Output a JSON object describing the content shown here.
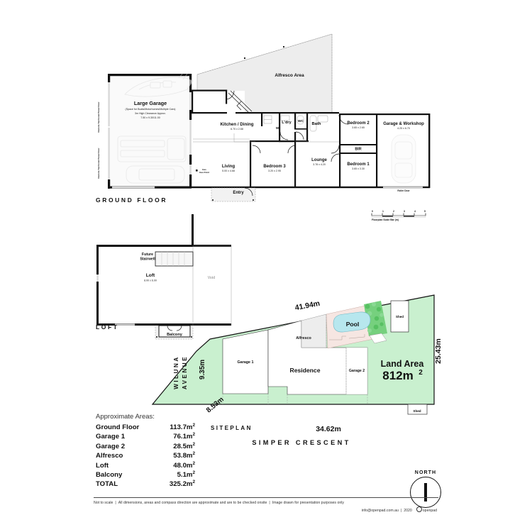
{
  "ground_floor": {
    "label": "GROUND FLOOR",
    "rooms": [
      {
        "name": "Large Garage",
        "sub1": "(Space for Boats/Motorhomes/Multiple Cars)",
        "sub2": "3m High Clearance Approx.",
        "dim": "7.50 x 9.30/11.00"
      },
      {
        "name": "Alfresco Area",
        "dim": ""
      },
      {
        "name": "Kitchen / Dining",
        "dim": "6.70 x 2.68"
      },
      {
        "name": "Living",
        "dim": "5.00 x 4.68"
      },
      {
        "name": "L'dry",
        "dim": ""
      },
      {
        "name": "WC",
        "dim": ""
      },
      {
        "name": "Bath",
        "dim": ""
      },
      {
        "name": "W",
        "dim": ""
      },
      {
        "name": "Bedroom 3",
        "dim": "3.20 x 2.95"
      },
      {
        "name": "Lounge",
        "dim": "3.78 x 4.20"
      },
      {
        "name": "Bedroom 2",
        "dim": "3.65 x 2.65"
      },
      {
        "name": "Bedroom 1",
        "dim": "3.65 x 3.30"
      },
      {
        "name": "BIR",
        "dim": ""
      },
      {
        "name": "Garage & Workshop",
        "dim": "4.25 x 6.70"
      },
      {
        "name": "Entry",
        "dim": ""
      }
    ],
    "annotations": {
      "panel_door_top": "Remote Sectional Panel Door",
      "panel_door_bottom": "Remote Sectional Panel Door",
      "gas_point": "Gas Point",
      "roller_door": "Roller Door"
    },
    "scalebar": {
      "caption": "Floorplan Scale Bar (m)",
      "ticks": [
        "0",
        "1",
        "2",
        "3",
        "4",
        "5"
      ]
    }
  },
  "loft": {
    "label": "LOFT",
    "rooms": [
      {
        "name": "Loft",
        "dim": "8.00 x 6.00"
      },
      {
        "name": "Future Stairwell",
        "dim": ""
      },
      {
        "name": "Void",
        "dim": ""
      },
      {
        "name": "Balcony",
        "dim": ""
      }
    ],
    "future_stairwell_l1": "Future",
    "future_stairwell_l2": "Stairwell",
    "void": "Void",
    "balcony": "Balcony"
  },
  "siteplan": {
    "label": "SITEPLAN",
    "street_bottom": "SIMPER CRESCENT",
    "street_left_l1": "WILUNA",
    "street_left_l2": "AVENUE",
    "dimensions": {
      "top": "41.94m",
      "right": "25.43m",
      "bottom": "34.62m",
      "left_upper": "9.35m",
      "left_lower": "8.53m"
    },
    "land_area_label": "Land Area",
    "land_area_value": "812m",
    "land_area_unit": "2",
    "features": [
      {
        "name": "Garage 1"
      },
      {
        "name": "Residence"
      },
      {
        "name": "Garage 2"
      },
      {
        "name": "Alfresco"
      },
      {
        "name": "Pool"
      },
      {
        "name": "Shed"
      },
      {
        "name": "Shed"
      }
    ],
    "pool_label": "Pool",
    "shed_label_top": "Shed",
    "shed_label_bottom": "Shed",
    "garage1_label": "Garage 1",
    "garage2_label": "Garage 2",
    "residence_label": "Residence",
    "alfresco_label": "Alfresco"
  },
  "areas": {
    "title": "Approximate Areas:",
    "rows": [
      {
        "label": "Ground Floor",
        "value": "113.7m",
        "unit": "2"
      },
      {
        "label": "Garage 1",
        "value": "76.1m",
        "unit": "2"
      },
      {
        "label": "Garage 2",
        "value": "28.5m",
        "unit": "2"
      },
      {
        "label": "Alfresco",
        "value": "53.8m",
        "unit": "2"
      },
      {
        "label": "Loft",
        "value": "48.0m",
        "unit": "2"
      },
      {
        "label": "Balcony",
        "value": "5.1m",
        "unit": "2"
      },
      {
        "label": "TOTAL",
        "value": "325.2m",
        "unit": "2"
      }
    ]
  },
  "north": {
    "label": "NORTH"
  },
  "footer": {
    "line1_a": "Not to scale",
    "line1_b": "All dimensions, areas and compass direction are approximate and are to be checked onsite",
    "line1_c": "Image drawn for presentation purposes only",
    "line2_a": "info@openpad.com.au",
    "line2_b": "2020",
    "line2_c": "openpad"
  },
  "colors": {
    "land": "#c9f0cf",
    "pool": "#b7e7ee",
    "pool_deck": "#f6e6e2",
    "shrub": "#76d07e",
    "building_fill": "#ffffff",
    "alfresco_fill": "#ededed",
    "wall": "#111111"
  }
}
